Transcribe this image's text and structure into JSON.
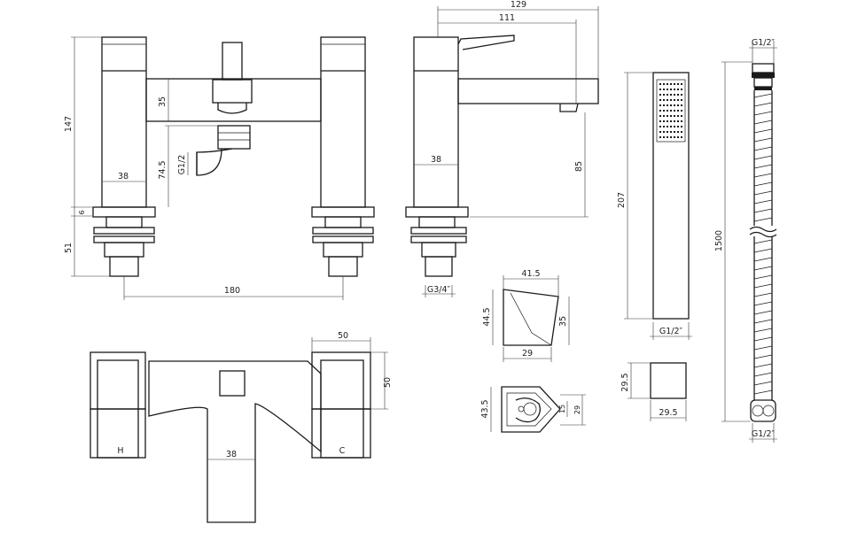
{
  "dimensions": {
    "filler_height": "147",
    "deck_height": "51",
    "spacer": "6",
    "handle_width": "38",
    "body_height": "35",
    "outlet_height": "74.5",
    "outlet_thread": "G1/2",
    "centres": "180",
    "side_depth": "129",
    "spout_reach": "111",
    "side_handle": "38",
    "spout_height": "85",
    "tail_thread": "G3/4″",
    "holder_width": "41.5",
    "holder_height_left": "44.5",
    "holder_height_right": "35",
    "holder_base": "29",
    "clip_height": "43.5",
    "clip_inner": "15",
    "clip_outer": "29",
    "handset_length": "207",
    "handset_thread": "G1/2″",
    "elbow_height": "29.5",
    "elbow_width": "29.5",
    "hose_length": "1500",
    "hose_thread_top": "G1/2″",
    "hose_thread_bottom": "G1/2″",
    "plan_handle_depth": "50",
    "plan_handle_height": "50",
    "plan_spout_width": "38"
  },
  "labels": {
    "hot": "H",
    "cold": "C"
  }
}
